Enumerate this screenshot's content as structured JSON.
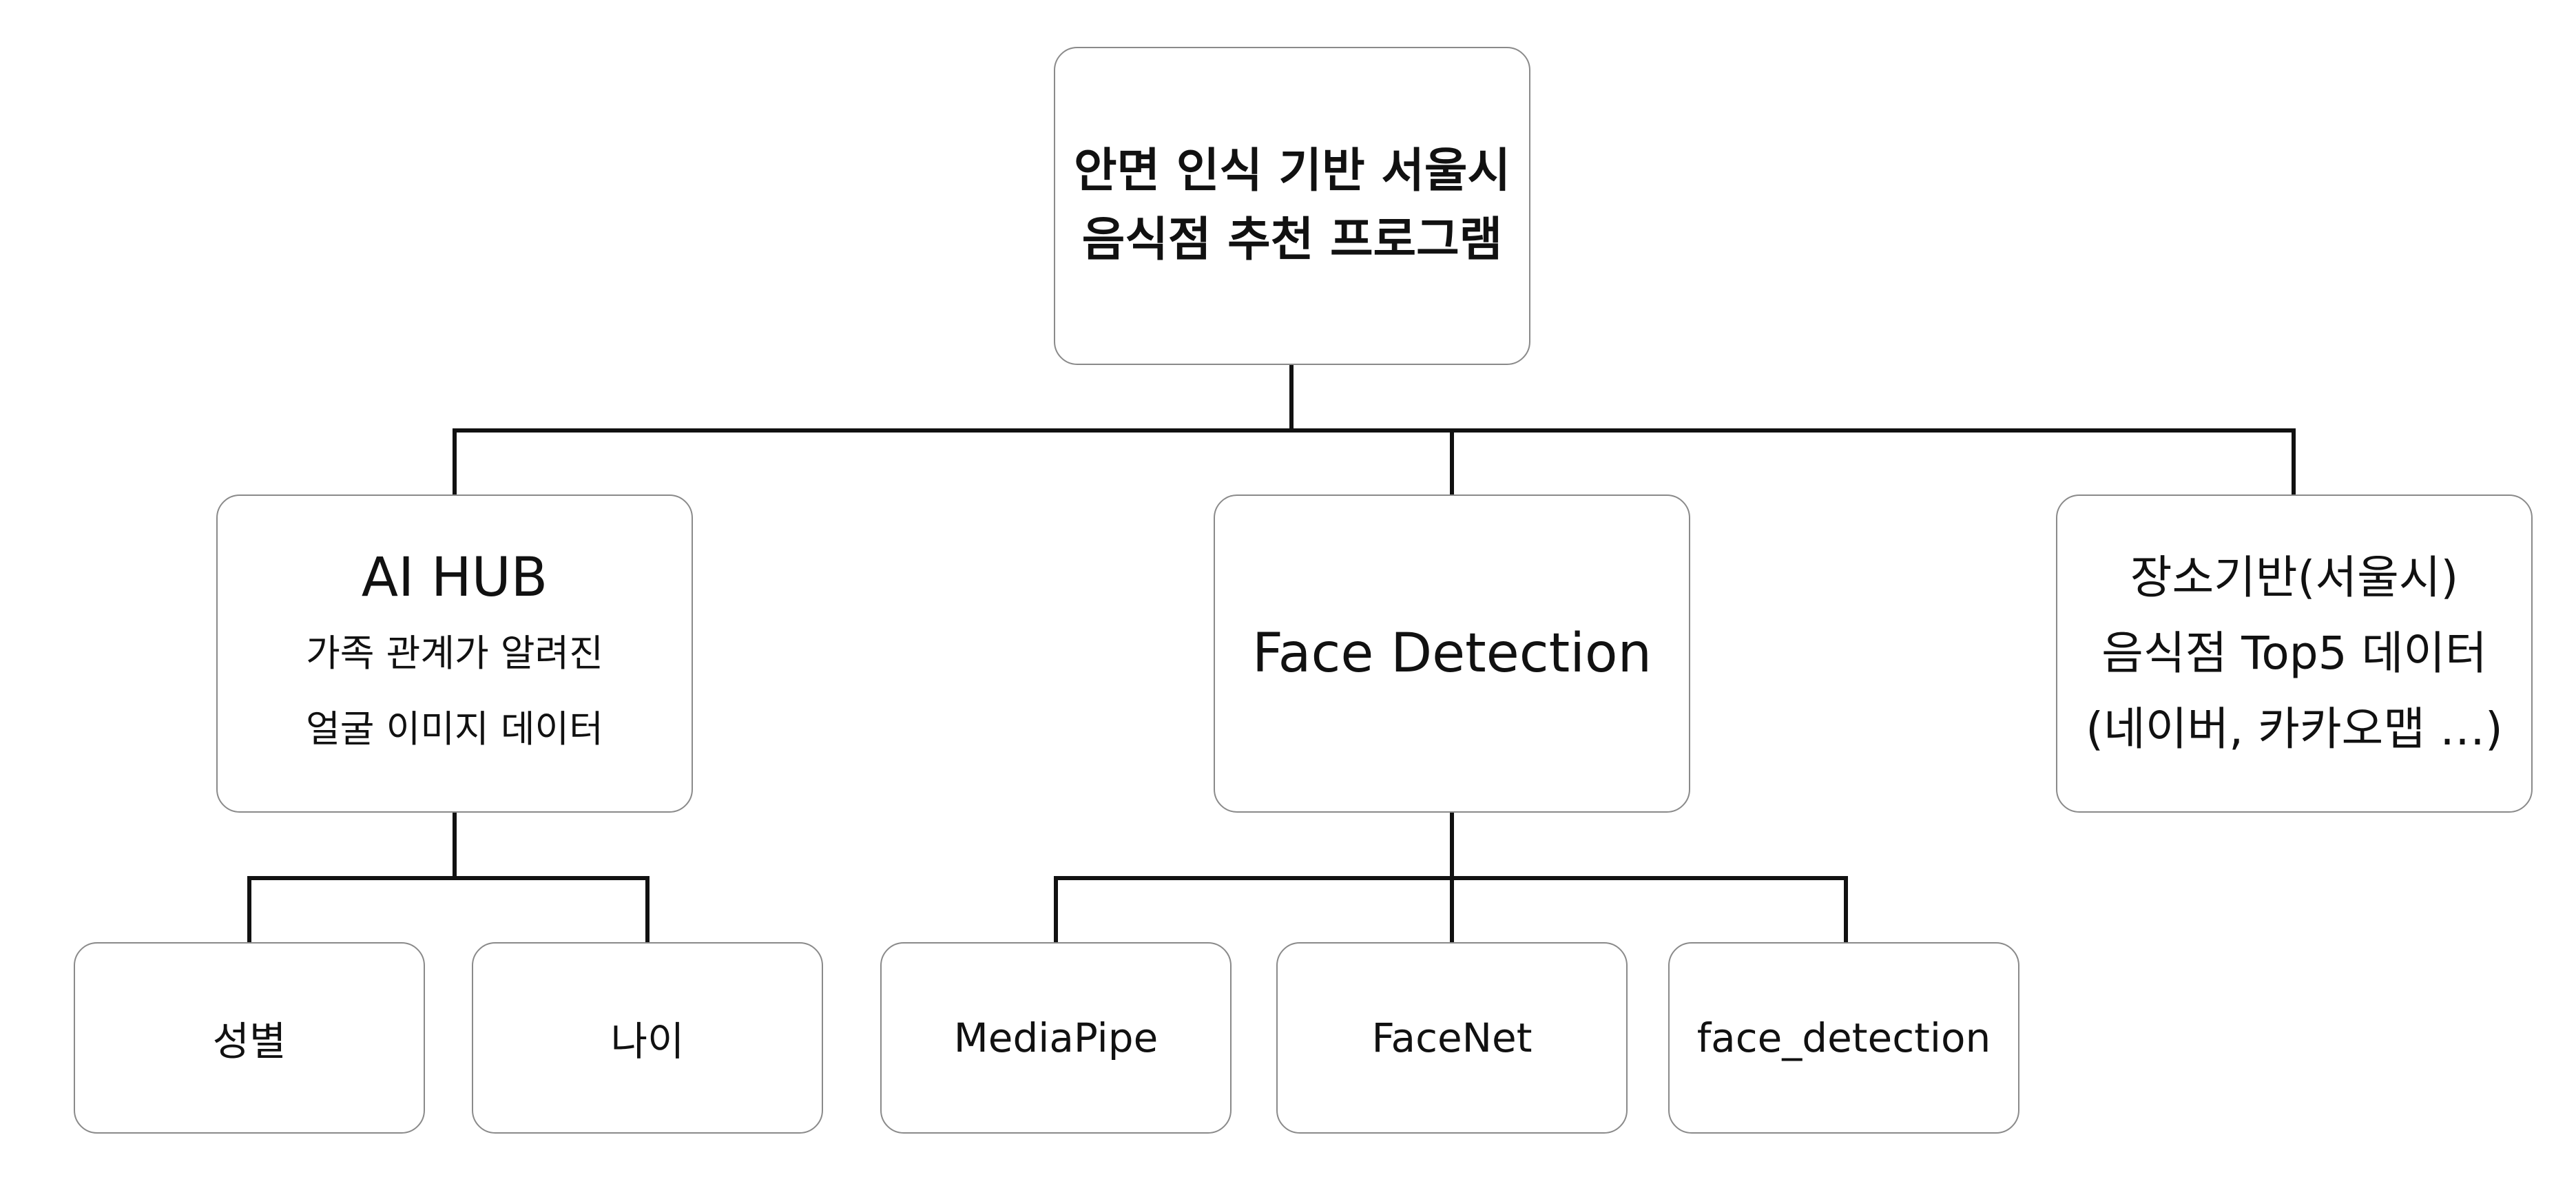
{
  "diagram": {
    "root": {
      "line1": "안면 인식 기반 서울시",
      "line2": "음식점 추천 프로그램"
    },
    "aihub": {
      "title": "AI HUB",
      "line1": "가족 관계가 알려진",
      "line2": "얼굴 이미지 데이터",
      "children": {
        "gender": "성별",
        "age": "나이"
      }
    },
    "face_detection": {
      "title": "Face Detection",
      "children": {
        "mediapipe": "MediaPipe",
        "facenet": "FaceNet",
        "face_detection_lib": "face_detection"
      }
    },
    "place_data": {
      "line1": "장소기반(서울시)",
      "line2": "음식점 Top5 데이터",
      "line3": "(네이버, 카카오맵 …)"
    }
  }
}
